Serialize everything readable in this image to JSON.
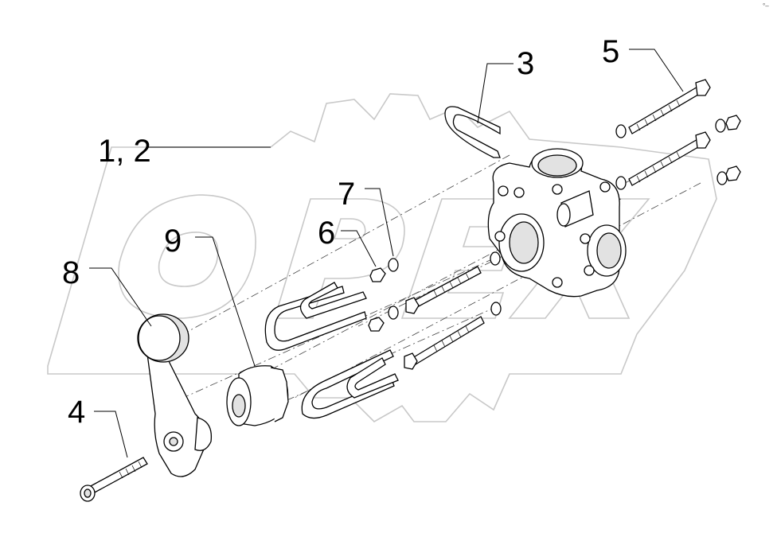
{
  "callouts": [
    {
      "id": "1-2",
      "label": "1, 2"
    },
    {
      "id": "3",
      "label": "3"
    },
    {
      "id": "4",
      "label": "4"
    },
    {
      "id": "5",
      "label": "5"
    },
    {
      "id": "6",
      "label": "6"
    },
    {
      "id": "7",
      "label": "7"
    },
    {
      "id": "8",
      "label": "8"
    },
    {
      "id": "9",
      "label": "9"
    }
  ],
  "watermark": {
    "text": "OPEX",
    "color": "#c8c8c8"
  },
  "corner_mark": {
    "text": "°‒"
  }
}
